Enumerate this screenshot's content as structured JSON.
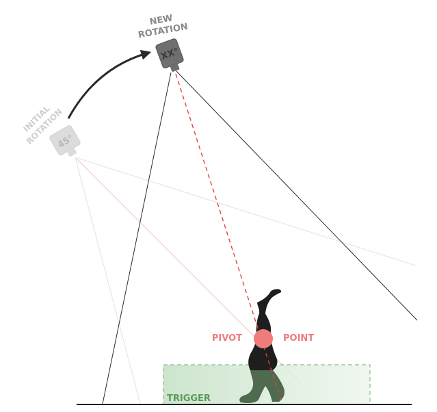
{
  "labels": {
    "new_rotation_line1": "NEW",
    "new_rotation_line2": "ROTATION",
    "initial_rotation_line1": "INITIAL",
    "initial_rotation_line2": "ROTATION",
    "new_camera_value": "XX°",
    "initial_camera_value": "45°",
    "pivot": "PIVOT",
    "point": "POINT",
    "trigger": "TRIGGER"
  },
  "colors": {
    "pivot": "#ef7b7b",
    "trigger_fill": "#cfe6cf",
    "trigger_text": "#5a9a5a",
    "camera_dark": "#6f6f6f",
    "camera_light": "#dcdcdc",
    "label_dark": "#8a8a8a",
    "label_light": "#d4d4d4",
    "figure": "#1e1e1e"
  }
}
